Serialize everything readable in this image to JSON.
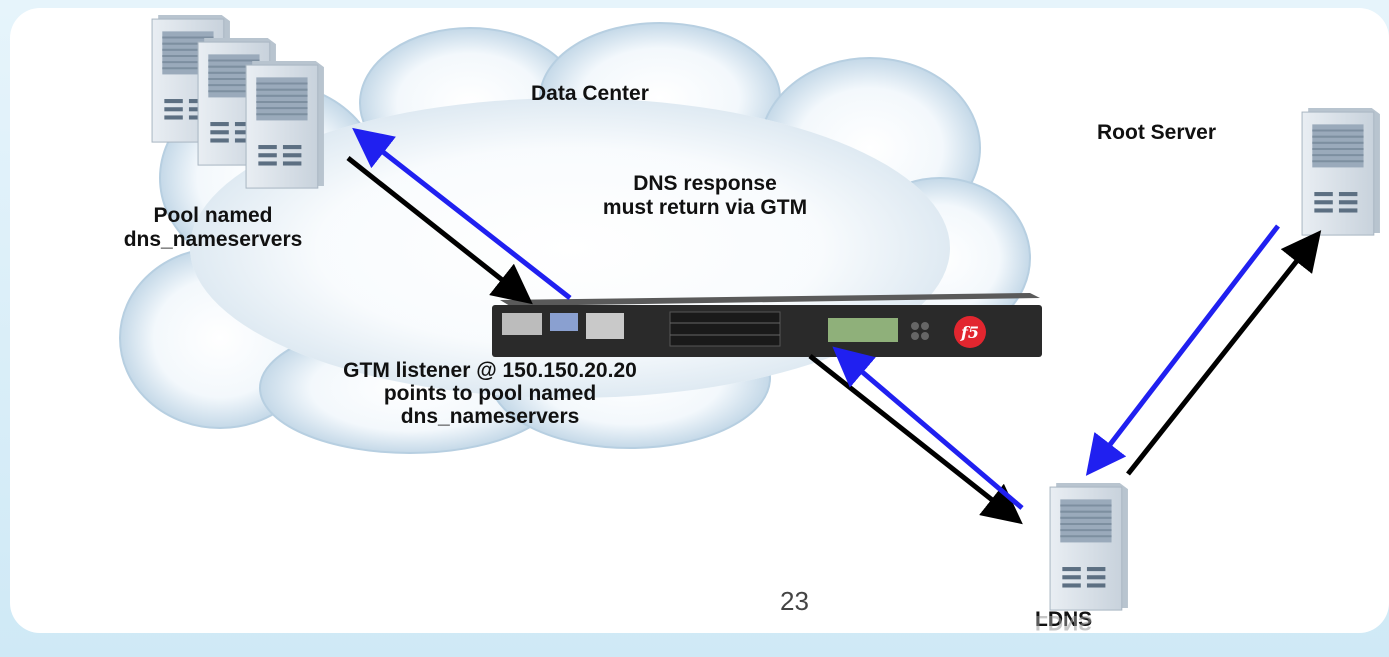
{
  "labels": {
    "data_center": "Data Center",
    "dns_response_line1": "DNS response",
    "dns_response_line2": "must return  via GTM",
    "pool_line1": "Pool  named",
    "pool_line2": "dns_nameservers",
    "gtm_line1": "GTM listener  @ 150.150.20.20",
    "gtm_line2": "points to pool named",
    "gtm_line3": "dns_nameservers",
    "root_server": "Root Server",
    "ldns": "LDNS",
    "page_number": "23"
  },
  "colors": {
    "arrow_query": "#2020f0",
    "arrow_response": "#000000",
    "cloud": "#c9dcea",
    "device_body": "#2a2a2a",
    "f5_logo": "#e2262f"
  },
  "icons": [
    "server-pool-icon",
    "gtm-appliance-icon",
    "root-server-icon",
    "ldns-server-icon",
    "cloud-icon"
  ]
}
